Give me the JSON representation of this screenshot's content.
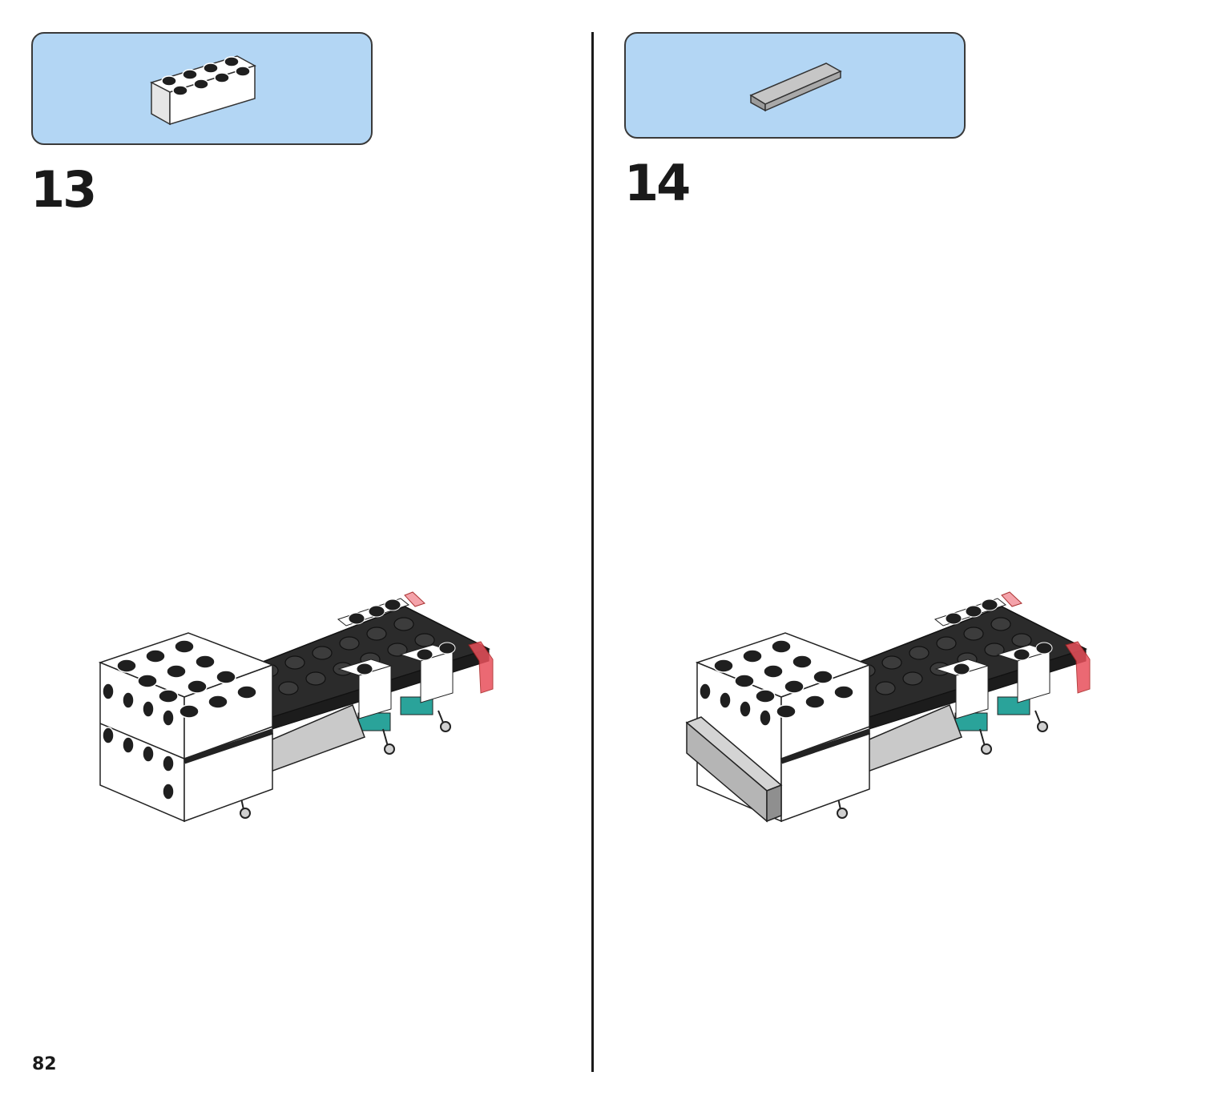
{
  "page": {
    "number": "82"
  },
  "steps": [
    {
      "number": "13",
      "part": "white-brick-2x4"
    },
    {
      "number": "14",
      "part": "grey-tile-1x4"
    }
  ],
  "colors": {
    "callout_bg": "#b3d6f4",
    "white_brick": "#ffffff",
    "black_plate": "#2b2b2b",
    "teal": "#2aa39a",
    "grey": "#bdbdbd",
    "trans_red": "#e8505b"
  }
}
